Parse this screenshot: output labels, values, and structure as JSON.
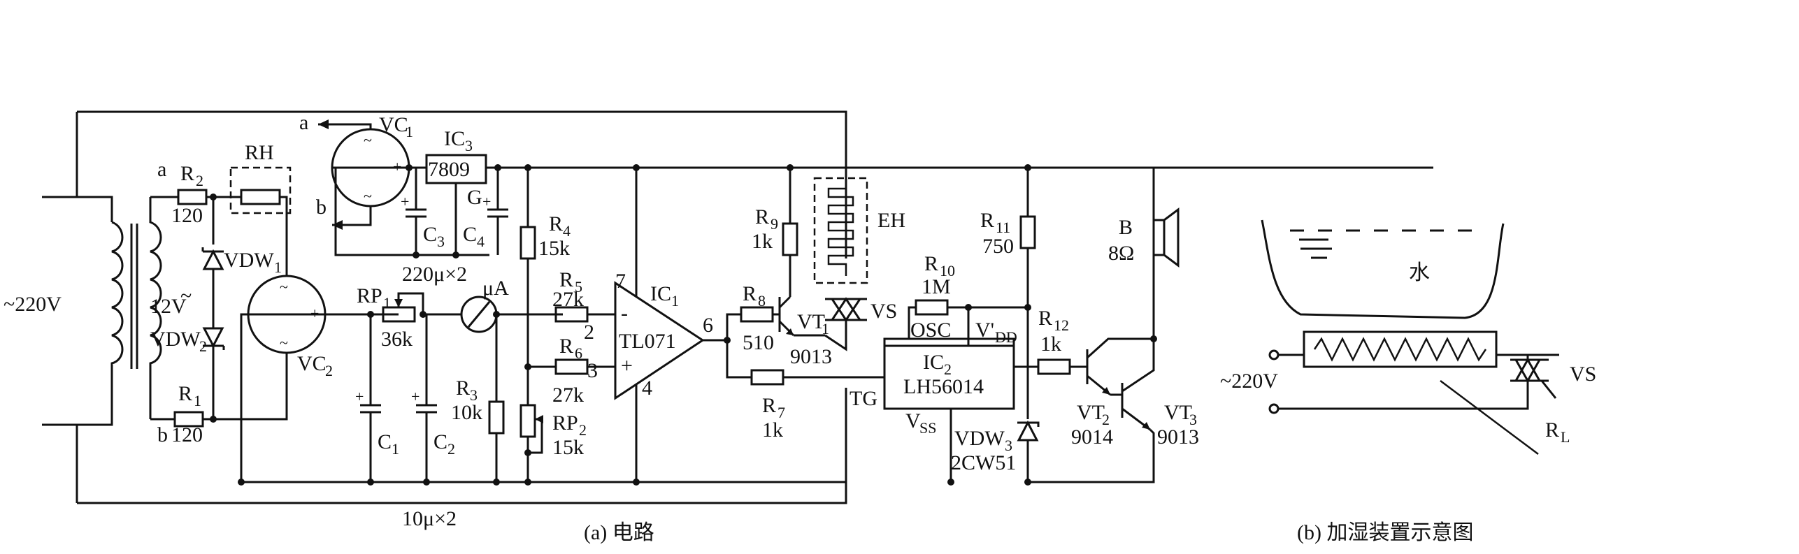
{
  "circuit": {
    "mains": "~220V",
    "transformer_secondary": "12V",
    "node_a": "a",
    "node_b": "b",
    "out_a": "a",
    "out_b": "b",
    "R2": "R",
    "R2_sub": "2",
    "R2_val": "120",
    "R1": "R",
    "R1_sub": "1",
    "R1_val": "120",
    "RH": "RH",
    "VDW1": "VDW",
    "VDW1_sub": "1",
    "VDW2": "VDW",
    "VDW2_sub": "2",
    "VC1": "VC",
    "VC1_sub": "1",
    "VC2": "VC",
    "VC2_sub": "2",
    "IC3": "IC",
    "IC3_sub": "3",
    "IC3_part": "7809",
    "G": "G",
    "C3": "C",
    "C3_sub": "3",
    "C4": "C",
    "C4_sub": "4",
    "C34_val": "220μ×2",
    "RP1": "RP",
    "RP1_sub": "1",
    "RP1_val": "36k",
    "uA": "μA",
    "C1": "C",
    "C1_sub": "1",
    "C2": "C",
    "C2_sub": "2",
    "C12_val": "10μ×2",
    "R3": "R",
    "R3_sub": "3",
    "R3_val": "10k",
    "R4": "R",
    "R4_sub": "4",
    "R4_val": "15k",
    "R5": "R",
    "R5_sub": "5",
    "R5_val": "27k",
    "R6": "R",
    "R6_sub": "6",
    "R6_val": "27k",
    "RP2": "RP",
    "RP2_sub": "2",
    "RP2_val": "15k",
    "IC1": "IC",
    "IC1_sub": "1",
    "IC1_part": "TL071",
    "pin7": "7",
    "pin2": "2",
    "pin3": "3",
    "pin4": "4",
    "pin6": "6",
    "R9": "R",
    "R9_sub": "9",
    "R9_val": "1k",
    "R8": "R",
    "R8_sub": "8",
    "R8_val": "510",
    "R7": "R",
    "R7_sub": "7",
    "R7_val": "1k",
    "VT1": "VT",
    "VT1_sub": "1",
    "VT1_part": "9013",
    "EH": "EH",
    "VS": "VS",
    "TG": "TG",
    "R11": "R",
    "R11_sub": "11",
    "R11_val": "750",
    "R10": "R",
    "R10_sub": "10",
    "R10_val": "1M",
    "OSC": "OSC",
    "VDD": "V'",
    "VDD_sub": "DD",
    "IC2": "IC",
    "IC2_sub": "2",
    "IC2_part": "LH56014",
    "VSS": "V",
    "VSS_sub": "SS",
    "VDW3": "VDW",
    "VDW3_sub": "3",
    "VDW3_part": "2CW51",
    "R12": "R",
    "R12_sub": "12",
    "R12_val": "1k",
    "B": "B",
    "B_val": "8Ω",
    "VT2": "VT",
    "VT2_sub": "2",
    "VT2_part": "9014",
    "VT3": "VT",
    "VT3_sub": "3",
    "VT3_part": "9013",
    "caption": "(a) 电路"
  },
  "humidifier": {
    "water": "水",
    "mains": "~220V",
    "VS": "VS",
    "RL": "R",
    "RL_sub": "L",
    "caption": "(b) 加湿装置示意图"
  }
}
